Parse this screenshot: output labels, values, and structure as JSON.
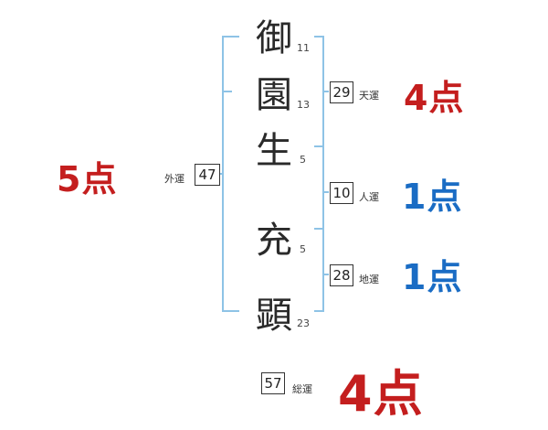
{
  "name_chars": [
    {
      "char": "御",
      "strokes": "11"
    },
    {
      "char": "園",
      "strokes": "13"
    },
    {
      "char": "生",
      "strokes": "5"
    },
    {
      "char": "充",
      "strokes": "5"
    },
    {
      "char": "顕",
      "strokes": "23"
    }
  ],
  "fortunes": {
    "gaiun": {
      "label": "外運",
      "value": "47",
      "score": "5点",
      "color": "#c41e1e"
    },
    "tenun": {
      "label": "天運",
      "value": "29",
      "score": "4点",
      "color": "#c41e1e"
    },
    "jinun": {
      "label": "人運",
      "value": "10",
      "score": "1点",
      "color": "#1a6cc4"
    },
    "chiun": {
      "label": "地運",
      "value": "28",
      "score": "1点",
      "color": "#1a6cc4"
    },
    "souun": {
      "label": "総運",
      "value": "57",
      "score": "4点",
      "color": "#c41e1e"
    }
  },
  "bracket_color": "#8ec3e6"
}
